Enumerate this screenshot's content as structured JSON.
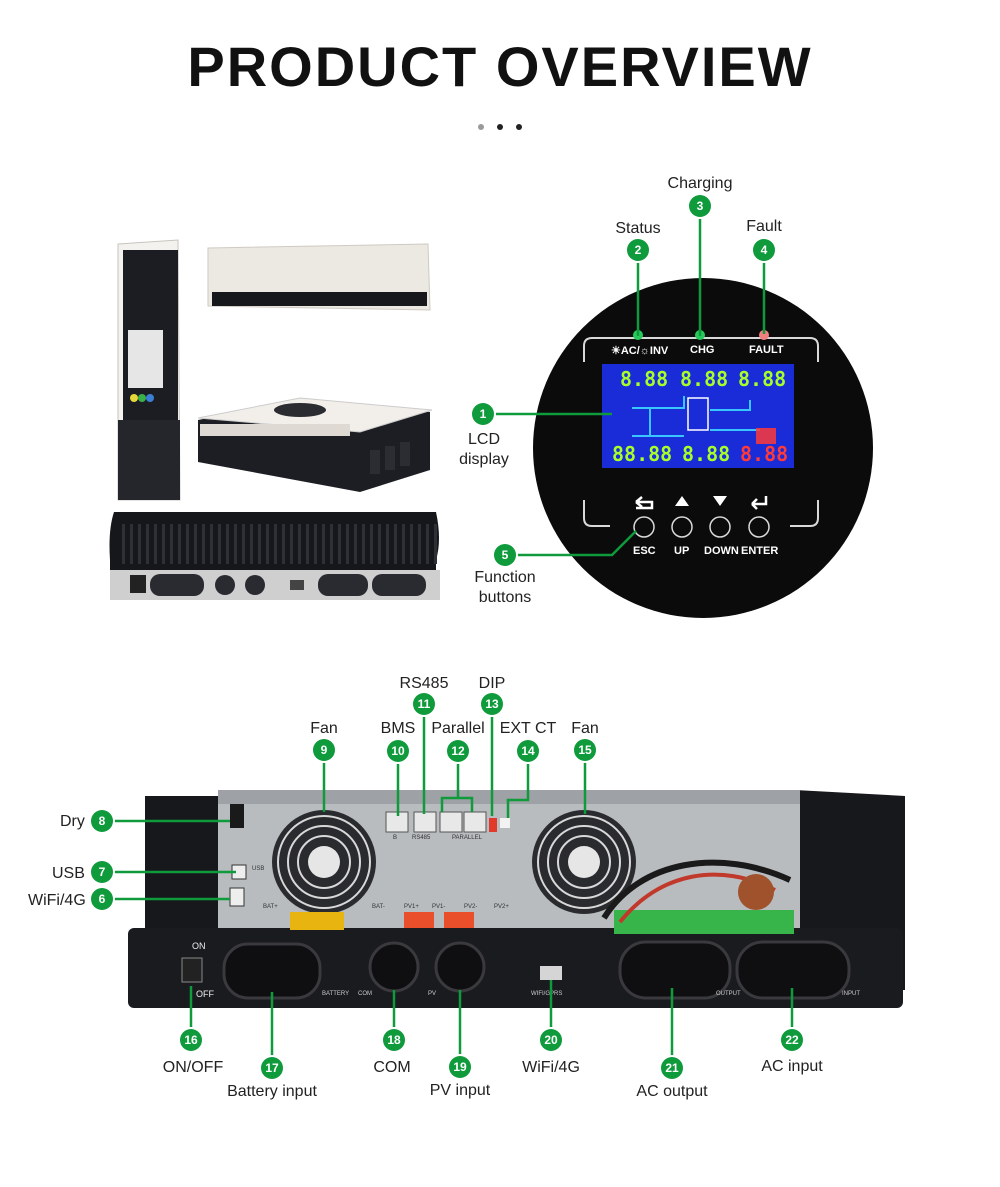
{
  "page": {
    "title": "PRODUCT OVERVIEW",
    "carousel_dots": 3
  },
  "display_panel": {
    "indicators": {
      "ac_inv": "☀AC/☼INV",
      "chg": "CHG",
      "fault": "FAULT"
    },
    "lcd_values": [
      "8.88",
      "8.88",
      "8.88",
      "88.88",
      "8.88",
      "8.88"
    ],
    "buttons": [
      "ESC",
      "UP",
      "DOWN",
      "ENTER"
    ],
    "colors": {
      "led_status": "#27c95a",
      "led_chg": "#27c95a",
      "led_fault": "#f08080",
      "lcd_bg": "#1a2bd8",
      "digits_green": "#a6ff2a",
      "digits_red": "#ff3a3a"
    }
  },
  "callouts_top": [
    {
      "num": "1",
      "label": "LCD display"
    },
    {
      "num": "2",
      "label": "Status"
    },
    {
      "num": "3",
      "label": "Charging"
    },
    {
      "num": "4",
      "label": "Fault"
    },
    {
      "num": "5",
      "label": "Function buttons"
    }
  ],
  "callouts_bottom": [
    {
      "num": "6",
      "label": "WiFi/4G"
    },
    {
      "num": "7",
      "label": "USB"
    },
    {
      "num": "8",
      "label": "Dry"
    },
    {
      "num": "9",
      "label": "Fan"
    },
    {
      "num": "10",
      "label": "BMS"
    },
    {
      "num": "11",
      "label": "RS485"
    },
    {
      "num": "12",
      "label": "Parallel"
    },
    {
      "num": "13",
      "label": "DIP"
    },
    {
      "num": "14",
      "label": "EXT CT"
    },
    {
      "num": "15",
      "label": "Fan"
    },
    {
      "num": "16",
      "label": "ON/OFF"
    },
    {
      "num": "17",
      "label": "Battery input"
    },
    {
      "num": "18",
      "label": "COM"
    },
    {
      "num": "19",
      "label": "PV input"
    },
    {
      "num": "20",
      "label": "WiFi/4G"
    },
    {
      "num": "21",
      "label": "AC output"
    },
    {
      "num": "22",
      "label": "AC input"
    }
  ],
  "panel_print": {
    "switch_on": "ON",
    "switch_off": "OFF",
    "battery": "BATTERY",
    "com": "COM",
    "pv": "PV",
    "wifi": "WIFI/GPRS",
    "output": "OUTPUT",
    "input": "INPUT",
    "bms_port": "B",
    "rs485_port": "RS485",
    "parallel_port": "PARALLEL",
    "usb_port": "USB",
    "bat_plus": "BAT+",
    "bat_minus": "BAT-",
    "pv1_plus": "PV1+",
    "pv1_minus": "PV1-",
    "pv2_minus": "PV2-",
    "pv2_plus": "PV2+"
  }
}
